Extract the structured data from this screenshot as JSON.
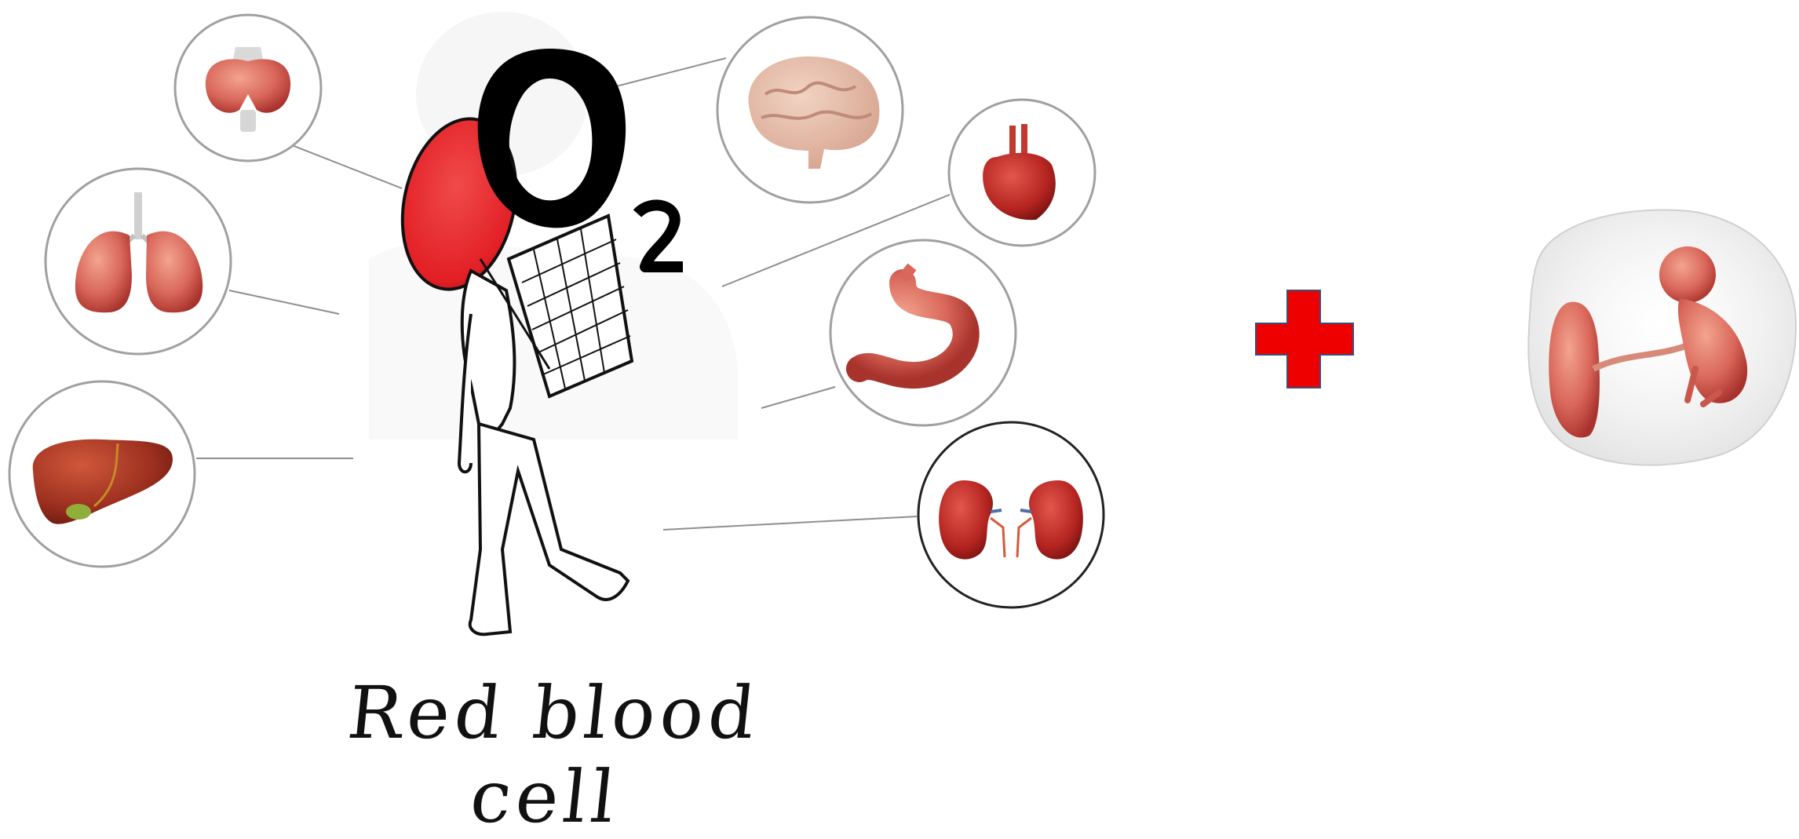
{
  "caption": "Red blood cell",
  "carried_label": "O2",
  "organs": [
    "thyroid-gland",
    "lungs",
    "liver",
    "brain",
    "heart",
    "stomach",
    "kidneys"
  ],
  "connector": "plus-sign",
  "target": "fetus-in-womb",
  "colors": {
    "red_cell": "#e8282c",
    "plus": "#ee0000",
    "organ_flesh": "#c9473f",
    "ring": "#9a9a9a"
  }
}
